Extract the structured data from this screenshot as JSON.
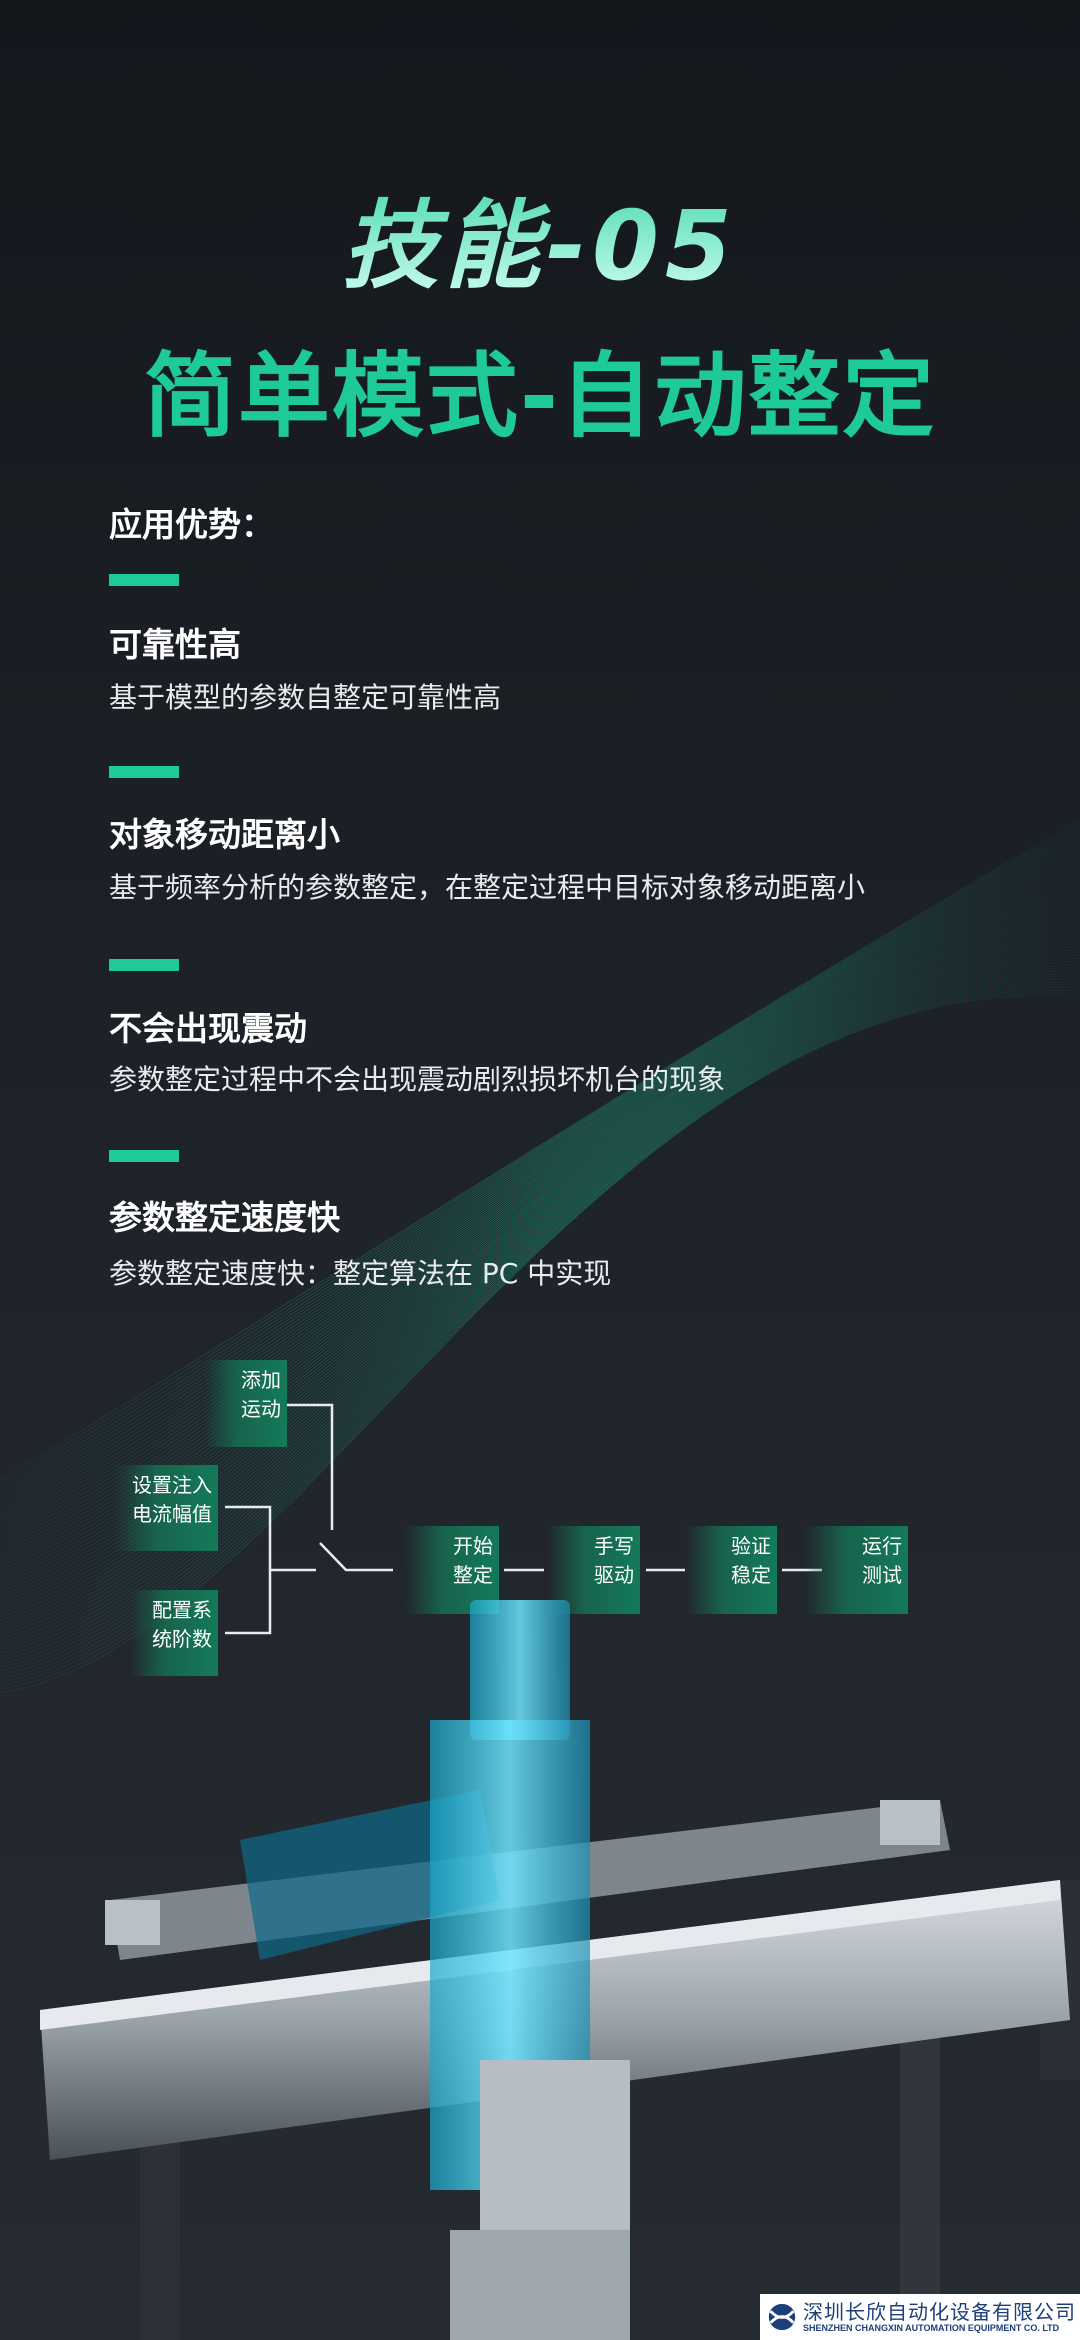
{
  "header": {
    "title": "技能-05",
    "subtitle": "简单模式-自动整定"
  },
  "advantages": {
    "label": "应用优势：",
    "items": [
      {
        "heading": "可靠性高",
        "desc": "基于模型的参数自整定可靠性高"
      },
      {
        "heading": "对象移动距离小",
        "desc": "基于频率分析的参数整定，在整定过程中目标对象移动距离小"
      },
      {
        "heading": "不会出现震动",
        "desc": "参数整定过程中不会出现震动剧烈损坏机台的现象"
      },
      {
        "heading": "参数整定速度快",
        "desc": "参数整定速度快：整定算法在 PC 中实现"
      }
    ]
  },
  "flow": {
    "inputs": [
      {
        "l1": "添加",
        "l2": "运动"
      },
      {
        "l1": "设置注入",
        "l2": "电流幅值"
      },
      {
        "l1": "配置系",
        "l2": "统阶数"
      }
    ],
    "steps": [
      {
        "l1": "开始",
        "l2": "整定"
      },
      {
        "l1": "手写",
        "l2": "驱动"
      },
      {
        "l1": "验证",
        "l2": "稳定"
      },
      {
        "l1": "运行",
        "l2": "测试"
      }
    ]
  },
  "footer": {
    "company_cn": "深圳长欣自动化设备有限公司",
    "company_en": "SHENZHEN CHANGXIN AUTOMATION EQUIPMENT CO. LTD"
  },
  "colors": {
    "accent": "#1ec99a",
    "background": "#1b2026"
  }
}
